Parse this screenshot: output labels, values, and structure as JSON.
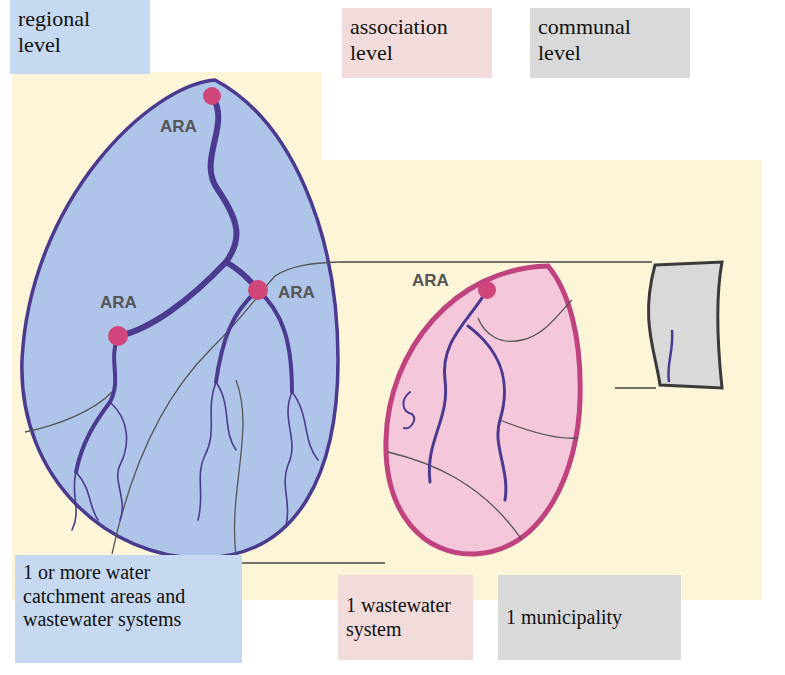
{
  "diagram": {
    "nodes": [
      {
        "text": [
          "regional level"
        ]
      },
      {
        "text": [
          "association level"
        ]
      },
      {
        "text": [
          "communal level"
        ]
      },
      {
        "text": [
          "ARA",
          "ARA",
          "ARA"
        ]
      },
      {
        "text": [
          "ARA"
        ]
      },
      {
        "text": [
          "1 or more water catchment areas and wastewater systems"
        ]
      },
      {
        "text": [
          "1 wastewater system"
        ]
      },
      {
        "text": [
          "1 municipality"
        ]
      }
    ]
  }
}
